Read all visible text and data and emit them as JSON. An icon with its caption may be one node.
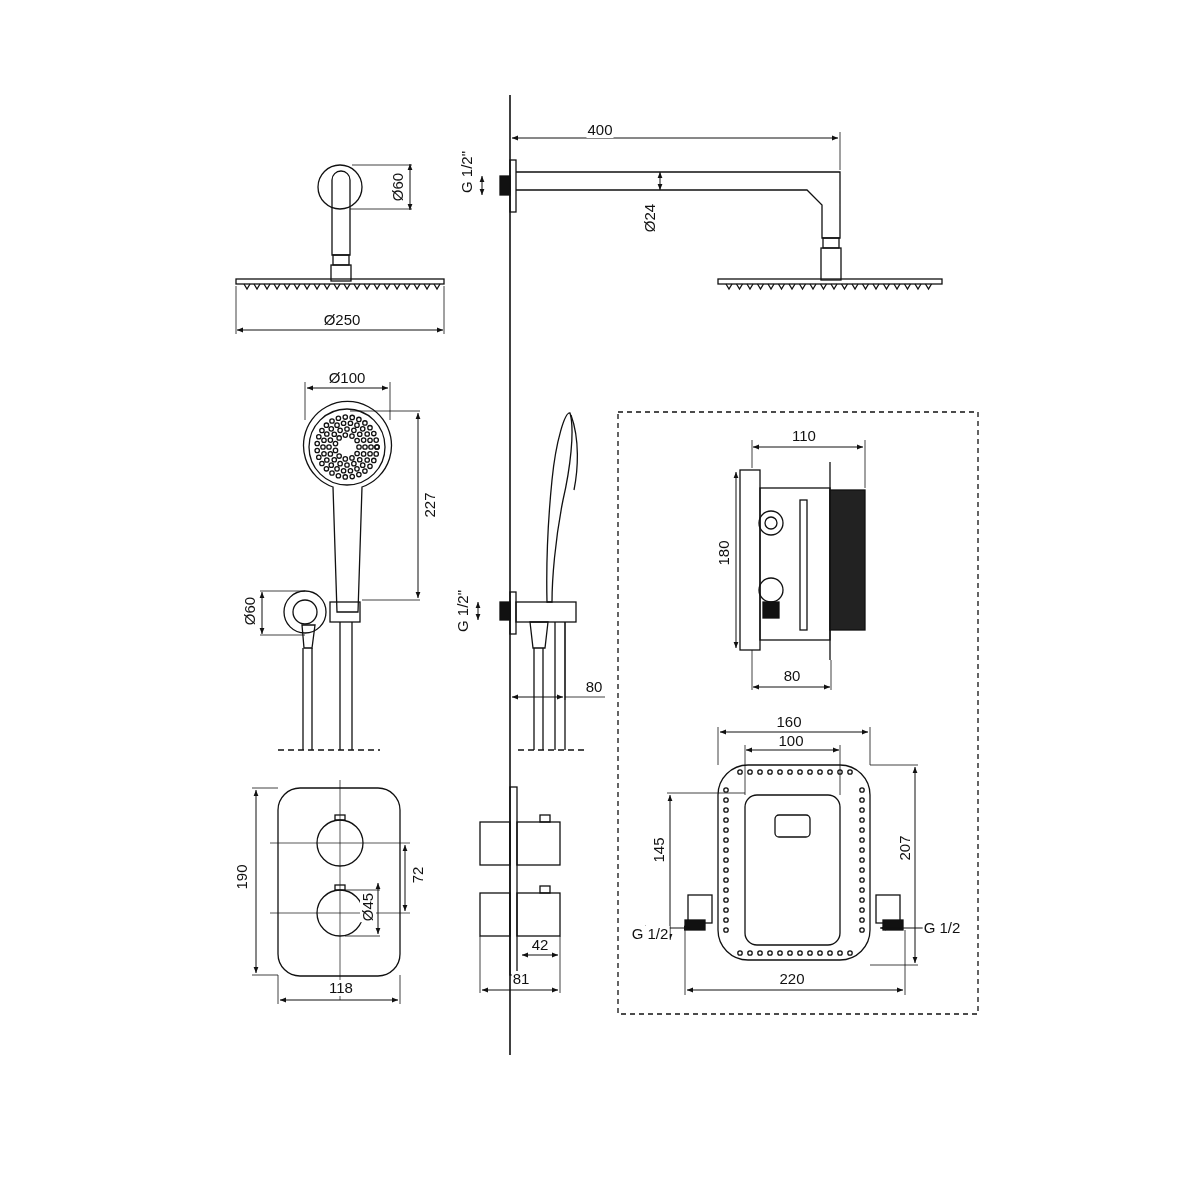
{
  "diagram": {
    "labels": [
      "400",
      "Ø60",
      "G 1/2\"",
      "Ø24",
      "Ø250",
      "Ø100",
      "110",
      "227",
      "180",
      "Ø60",
      "G 1/2\"",
      "80",
      "80",
      "160",
      "100",
      "207",
      "145",
      "190",
      "72",
      "Ø45",
      "G 1/2",
      "G 1/2",
      "42",
      "81",
      "118",
      "220"
    ]
  }
}
